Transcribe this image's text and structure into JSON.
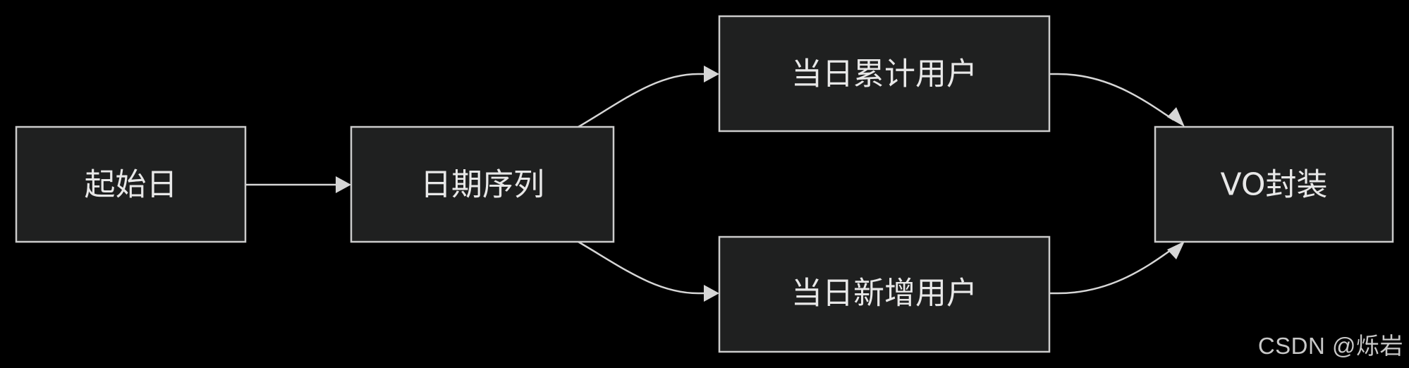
{
  "nodes": {
    "start_day": {
      "label": "起始日"
    },
    "date_sequence": {
      "label": "日期序列"
    },
    "daily_total_users": {
      "label": "当日累计用户"
    },
    "daily_new_users": {
      "label": "当日新增用户"
    },
    "vo_wrap": {
      "label": "VO封装"
    }
  },
  "edges": [
    {
      "from": "start_day",
      "to": "date_sequence"
    },
    {
      "from": "date_sequence",
      "to": "daily_total_users"
    },
    {
      "from": "date_sequence",
      "to": "daily_new_users"
    },
    {
      "from": "daily_total_users",
      "to": "vo_wrap"
    },
    {
      "from": "daily_new_users",
      "to": "vo_wrap"
    }
  ],
  "watermark": {
    "text": "CSDN @烁岩"
  },
  "colors": {
    "background": "#000000",
    "node_fill": "#1f2020",
    "node_stroke": "#cccccc",
    "text": "#e8e8e8",
    "edge": "#d6d6d6"
  }
}
